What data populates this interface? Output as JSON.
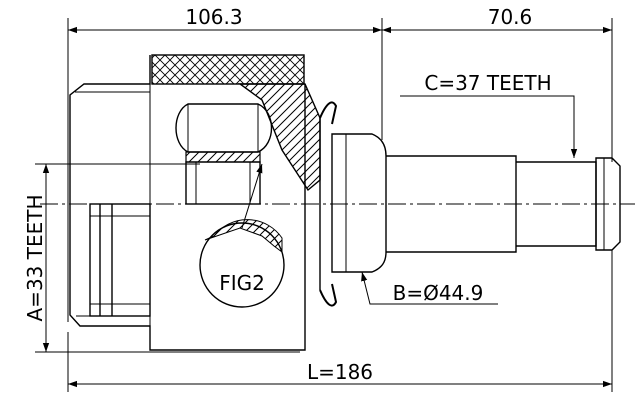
{
  "dimensions": {
    "top_left": "106.3",
    "top_right": "70.6",
    "bottom": "L=186",
    "spline_teeth": "C=37 TEETH",
    "inner_teeth": "A=33 TEETH",
    "diameter": "B=Ø44.9"
  },
  "figure_label": "FIG2"
}
